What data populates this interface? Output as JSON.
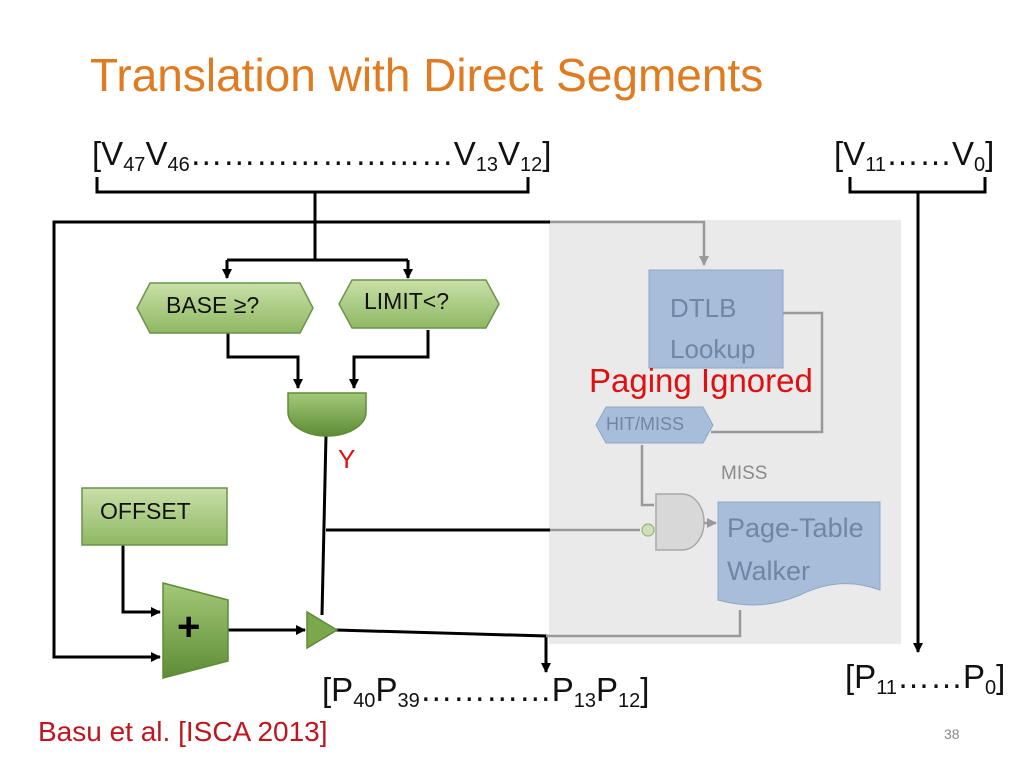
{
  "title": "Translation with Direct Segments",
  "virtual_address_high": {
    "prefix": "[V",
    "a": "47",
    "mid": "V",
    "b": "46",
    "dots": "……………………V",
    "c": "13",
    "mid2": "V",
    "d": "12",
    "suffix": "]"
  },
  "virtual_address_low": {
    "prefix": "[V",
    "a": "11",
    "dots": "……V",
    "b": "0",
    "suffix": "]"
  },
  "physical_address_high": {
    "prefix": "[P",
    "a": "40",
    "mid": "P",
    "b": "39",
    "dots": "…………P",
    "c": "13",
    "mid2": "P",
    "d": "12",
    "suffix": "]"
  },
  "physical_address_low": {
    "prefix": "[P",
    "a": "11",
    "dots": "……P",
    "b": "0",
    "suffix": "]"
  },
  "blocks": {
    "base": "BASE ≥?",
    "limit": "LIMIT<?",
    "offset": "OFFSET",
    "adder": "+",
    "y": "Y",
    "dtlb_line1": "DTLB",
    "dtlb_line2": "Lookup",
    "hit_miss": "HIT/MISS",
    "miss": "MISS",
    "ptw_line1": "Page-Table",
    "ptw_line2": "Walker"
  },
  "paging_ignored": "Paging Ignored",
  "footer": "Basu et al. [ISCA 2013]",
  "page_number": "38",
  "colors": {
    "title": "#E07B20",
    "highlight": "#E01010",
    "green_block": "#8CB85A",
    "blue_block_faded": "#9DB4D6",
    "footer": "#C0151E"
  }
}
